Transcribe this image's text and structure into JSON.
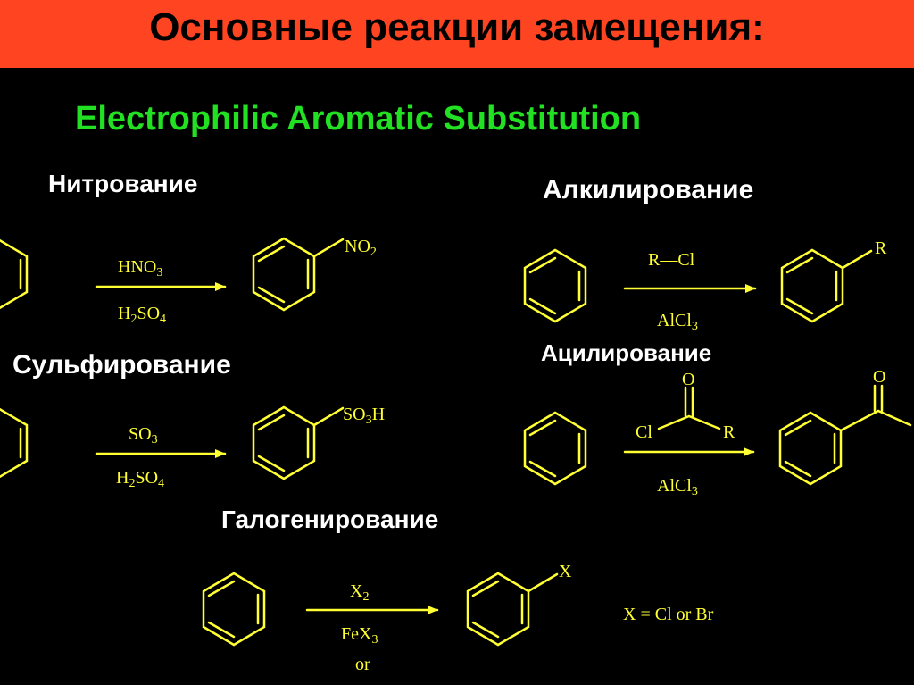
{
  "header": {
    "title": "Основные реакции замещения:",
    "bg_color": "#ff4422"
  },
  "subtitle": {
    "text": "Electrophilic Aromatic Substitution",
    "color": "#22e022"
  },
  "colors": {
    "structure": "#ffff33",
    "label": "#ffffff",
    "background": "#000000"
  },
  "reactions": {
    "nitration": {
      "name": "Нитрование",
      "reagent": "HNO3",
      "catalyst": "H2SO4",
      "substituent": "NO2"
    },
    "sulfonation": {
      "name": "Сульфирование",
      "reagent": "SO3",
      "catalyst": "H2SO4",
      "substituent": "SO3H"
    },
    "alkylation": {
      "name": "Алкилирование",
      "reagent": "R—Cl",
      "catalyst": "AlCl3",
      "substituent": "R"
    },
    "acylation": {
      "name": "Ацилирование",
      "reagent_cl": "Cl",
      "reagent_o": "O",
      "reagent_r": "R",
      "catalyst": "AlCl3",
      "product_o": "O"
    },
    "halogenation": {
      "name": "Галогенирование",
      "reagent": "X2",
      "catalyst": "FeX3",
      "catalyst_alt": "or",
      "substituent": "X",
      "note": "X = Cl  or Br"
    }
  }
}
